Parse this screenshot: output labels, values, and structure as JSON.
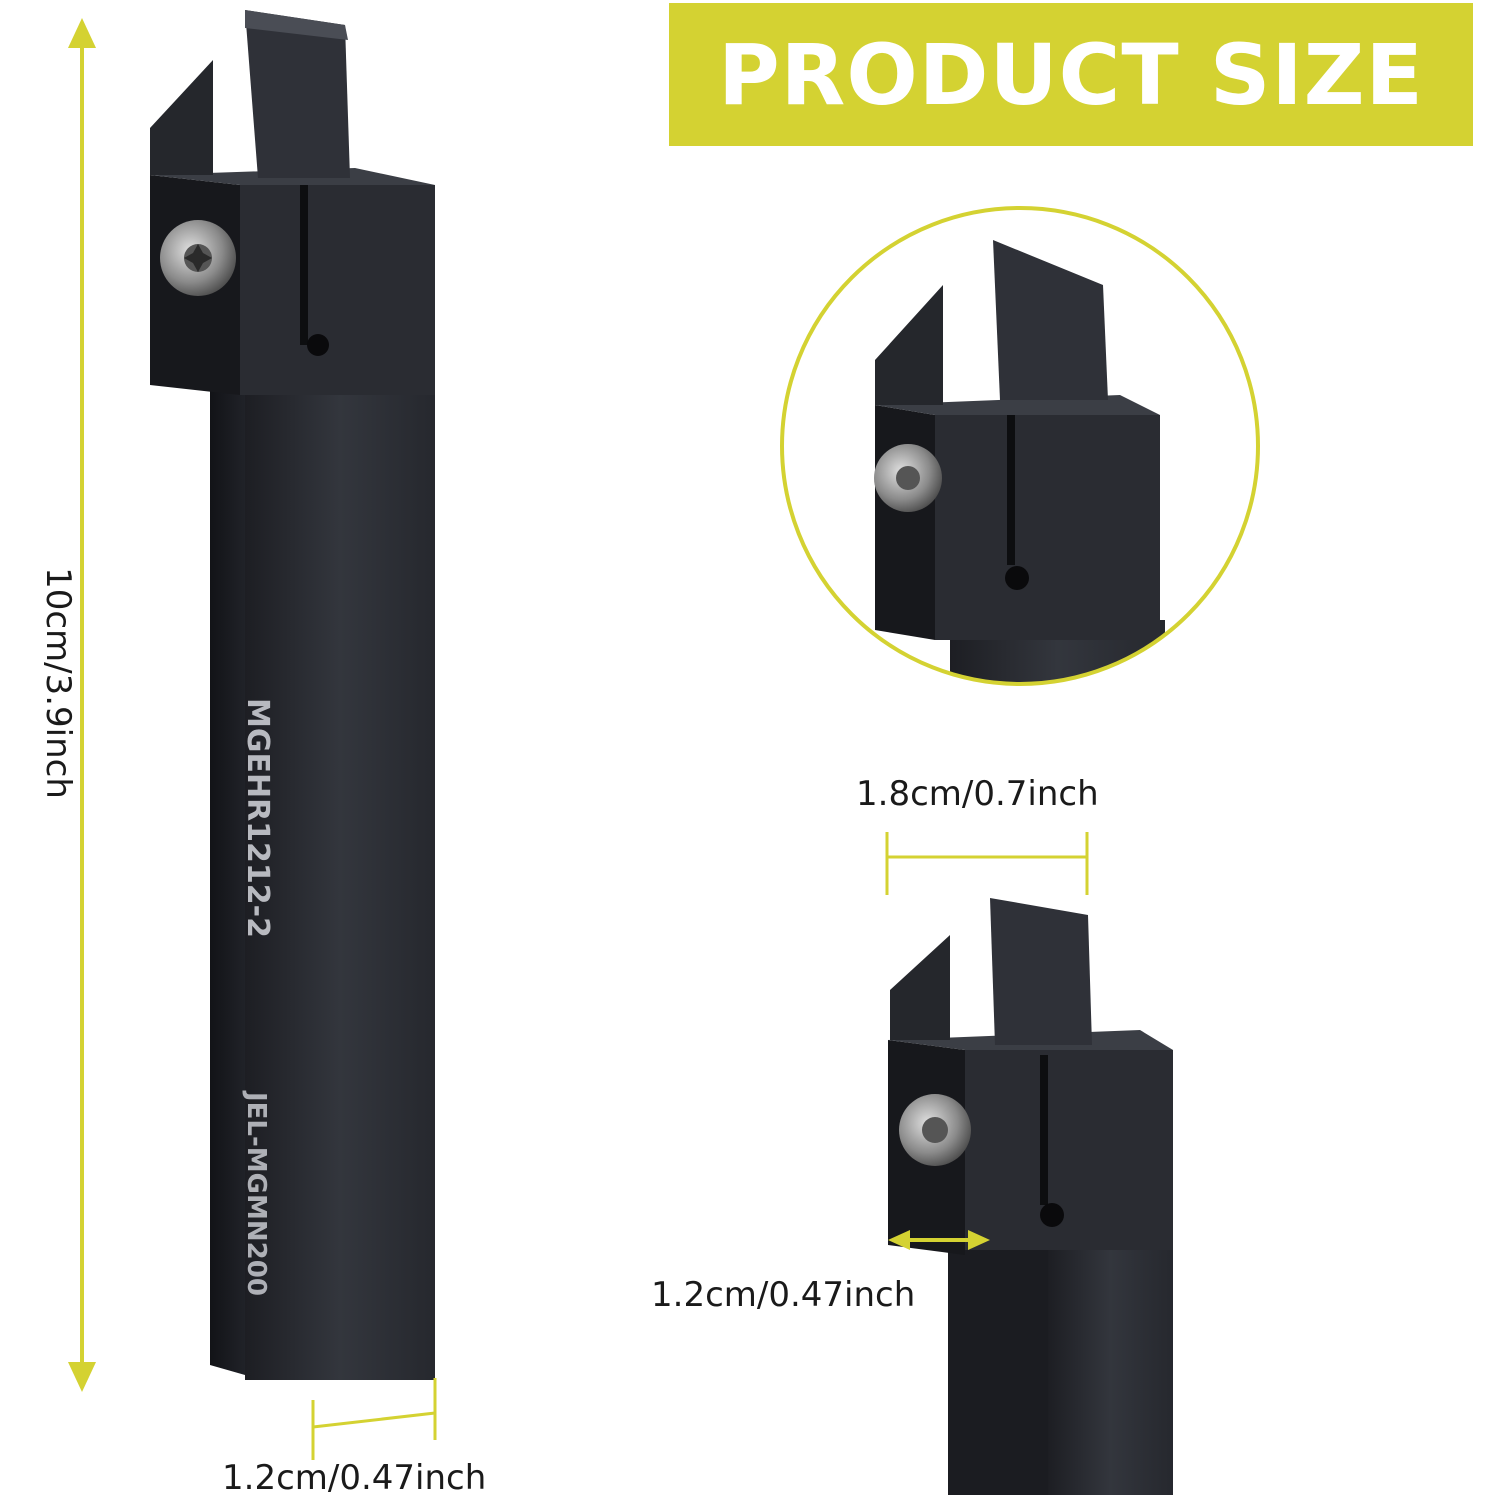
{
  "title": "PRODUCT SIZE",
  "colors": {
    "accent": "#d4d232",
    "tool_body": "#2b2d33",
    "tool_shadow": "#15161a",
    "tool_highlight": "#4a4d55",
    "screw": "#9a9a9a"
  },
  "tool": {
    "engraving_1": "MGEHR1212-2",
    "engraving_2": "JEL-MGMN200"
  },
  "dimensions": {
    "length": "10cm/3.9inch",
    "shank_width": "1.2cm/0.47inch",
    "head_width": "1.8cm/0.7inch",
    "neck_width": "1.2cm/0.47inch"
  },
  "icons": {
    "double_arrow": "double-arrow-icon",
    "screw": "torx-screw-icon"
  }
}
